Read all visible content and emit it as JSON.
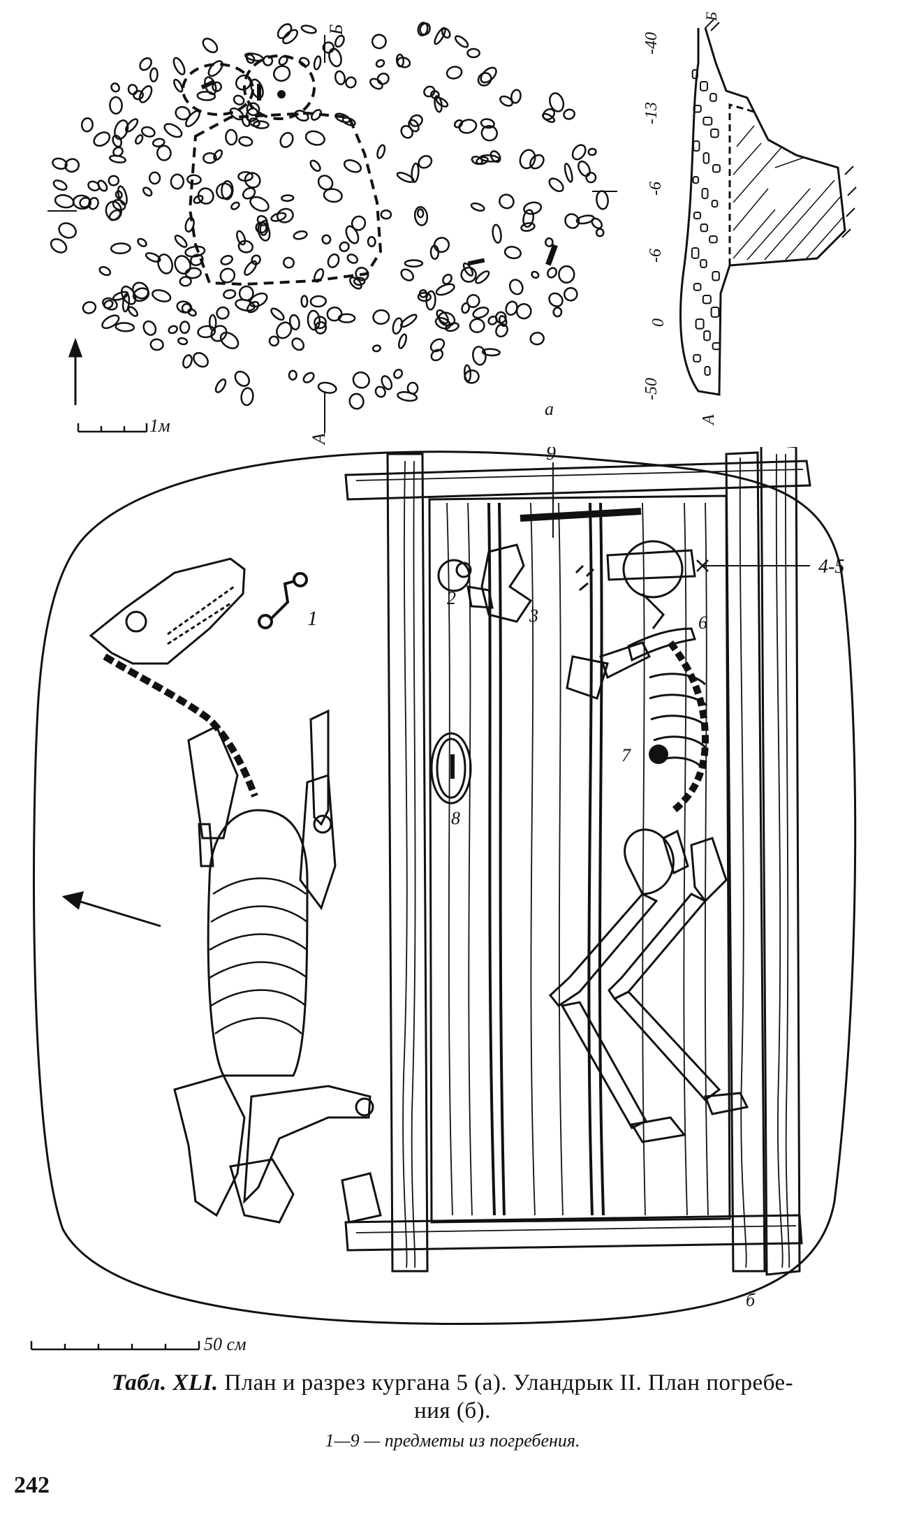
{
  "plan_a": {
    "scale_label": "1м",
    "section_top_label": "Б",
    "section_bottom_label": "А",
    "plan_south_label": "А",
    "plan_north_label": "Б",
    "letter": "а",
    "depths": [
      "-40",
      "-13",
      "-6",
      "-6",
      "0",
      "-50"
    ]
  },
  "plan_b": {
    "scale_label": "50 см",
    "letter": "б",
    "markers": [
      "1",
      "2",
      "3",
      "4-5",
      "6",
      "7",
      "8",
      "9"
    ]
  },
  "caption": {
    "prefix": "Табл. XLI.",
    "line1": " План и разрез кургана 5 (а). Уландрык II. План погребе-",
    "line2": "ния (б)."
  },
  "legend": "1—9 — предметы из погребения.",
  "page_number": "242"
}
